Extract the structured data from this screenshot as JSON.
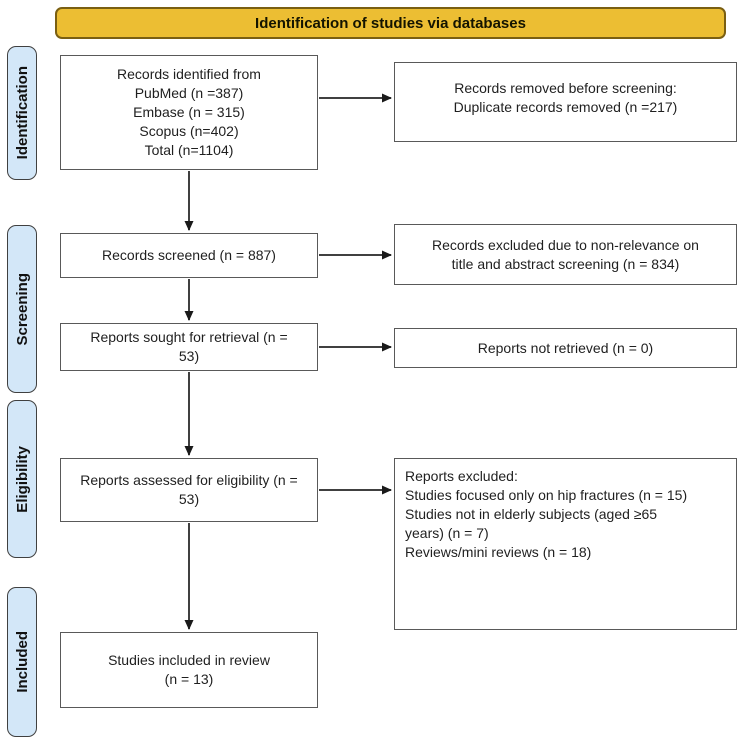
{
  "banner": {
    "title": "Identification of studies via databases"
  },
  "sidebar": {
    "stages": [
      "Identification",
      "Screening",
      "Eligibility",
      "Included"
    ]
  },
  "boxes": {
    "records_identified": {
      "lines": [
        "Records identified from",
        "PubMed (n =387)",
        "Embase (n = 315)",
        "Scopus (n=402)",
        "Total (n=1104)"
      ]
    },
    "records_removed": {
      "lines": [
        "Records removed before screening:",
        "Duplicate records removed (n =217)"
      ]
    },
    "records_screened": {
      "lines": [
        "Records screened (n = 887)"
      ]
    },
    "records_excluded": {
      "lines": [
        "Records excluded due to non-relevance on",
        "title and abstract screening (n = 834)"
      ]
    },
    "reports_sought": {
      "lines": [
        "Reports sought for retrieval (n =",
        "53)"
      ]
    },
    "reports_not_retrieved": {
      "lines": [
        "Reports not retrieved (n = 0)"
      ]
    },
    "reports_assessed": {
      "lines": [
        "Reports assessed for eligibility (n =",
        "53)"
      ]
    },
    "reports_excluded": {
      "lines": [
        "Reports excluded:",
        "Studies focused only on hip fractures (n = 15)",
        "Studies not in elderly subjects (aged ≥65",
        "years) (n = 7)",
        "Reviews/mini reviews (n = 18)"
      ]
    },
    "studies_included": {
      "lines": [
        "Studies included in review",
        "(n = 13)"
      ]
    }
  },
  "colors": {
    "banner_fill": "#ECBE33",
    "banner_border": "#7A5F12",
    "sidebar_fill": "#D3E7F8",
    "sidebar_border": "#404040",
    "box_border": "#595959",
    "arrow": "#404040",
    "text": "#1F1F1F"
  }
}
